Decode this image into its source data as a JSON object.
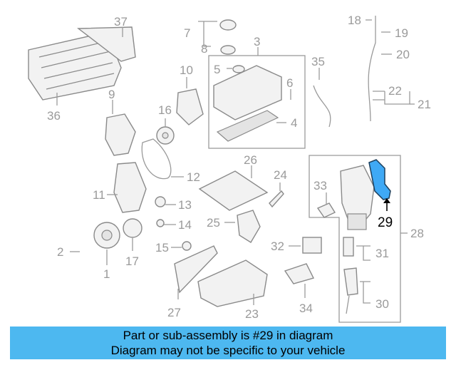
{
  "diagram": {
    "callouts": [
      "1",
      "2",
      "3",
      "4",
      "5",
      "6",
      "7",
      "8",
      "9",
      "10",
      "11",
      "12",
      "13",
      "14",
      "15",
      "16",
      "17",
      "18",
      "19",
      "20",
      "21",
      "22",
      "23",
      "24",
      "25",
      "26",
      "27",
      "28",
      "29",
      "30",
      "31",
      "32",
      "33",
      "34",
      "35",
      "36",
      "37"
    ],
    "highlighted_part": "29",
    "highlight_color": "#3fa9f5"
  },
  "banner": {
    "line1": "Part or sub-assembly is #29 in diagram",
    "line2": "Diagram may not be specific to your vehicle",
    "background_color": "#4db8f0"
  }
}
